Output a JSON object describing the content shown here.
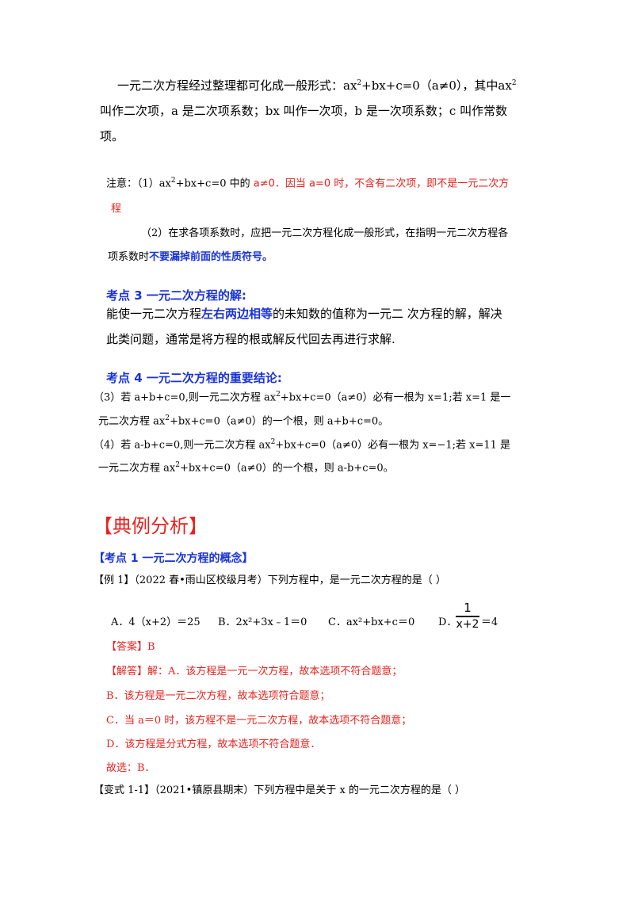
{
  "p1": {
    "l1a": "一元二次方程经过整理都可化成一般形式：ax",
    "l1b": "+bx+c=0（a≠0），其中ax",
    "l2": "叫作二次项，a 是二次项系数；bx 叫作一次项，b 是一次项系数；c 叫作常数",
    "l3": "项。",
    "sq": "2"
  },
  "note": {
    "label": "注意：（1）ax",
    "mid": "+bx+c=0 中的 ",
    "red1": "a≠0．因当 a=0 时，不含有二次项，即不是一元二次方",
    "red2": "程",
    "n2": "（2）在求各项系数时，应把一元二次方程化成一般形式，在指明一元二次方程各",
    "n3a": "项系数时",
    "n3b": "不要漏掉前面的性质符号。"
  },
  "k3": {
    "title": "考点 3  一元二次方程的解:",
    "l1a": "能使一元二次方程",
    "l1b": "左右两边相等",
    "l1c": "的未知数的值称为一元二  次方程的解，解决",
    "l2": "此类问题，通常是将方程的根或解反代回去再进行求解."
  },
  "k4": {
    "title": "考点 4  一元二次方程的重要结论:",
    "c3a": "（3）若 a+b+c=0,则一元二次方程 ax",
    "c3b": "+bx+c=0（a≠0）必有一根为 x=1;若 x=1 是一",
    "c3c": "元二次方程 ax",
    "c3d": "+bx+c=0（a≠0）的一个根，则 a+b+c=0。",
    "c4a": "（4）若 a-b+c=0,则一元二次方程 ax",
    "c4b": "+bx+c=0（a≠0）必有一根为 x=−1;若 x=11 是",
    "c4c": "一元二次方程 ax",
    "c4d": "+bx+c=0（a≠0）的一个根，则 a-b+c=0。"
  },
  "section": {
    "title": "【典例分析】",
    "kp1": "【考点  1  一元二次方程的概念】"
  },
  "ex1": {
    "label": "【例 1】（2022 春•雨山区校级月考）下列方程中，是一元二次方程的是（      ）",
    "optA": "A．4（x+2）＝25",
    "optB": "B．2x²+3x﹣1＝0",
    "optC": "C．ax²+bx+c＝0",
    "optD": "D．",
    "optD_num": "1",
    "optD_den": "x+2",
    "optD_rhs": "＝4",
    "answer": "【答案】B",
    "ana1": "【解答】解：A．该方程是一元一次方程，故本选项不符合题意；",
    "ana2": "B．该方程是一元二次方程，故本选项符合题意；",
    "ana3": "C．当 a＝0 时，该方程不是一元二次方程，故本选项不符合题意；",
    "ana4": "D．该方程是分式方程，故本选项不符合题意．",
    "choose": "故选：B．"
  },
  "var1": {
    "label": "【变式 1-1】（2021•镇原县期末）下列方程中是关于 x 的一元二次方程的是（      ）"
  }
}
